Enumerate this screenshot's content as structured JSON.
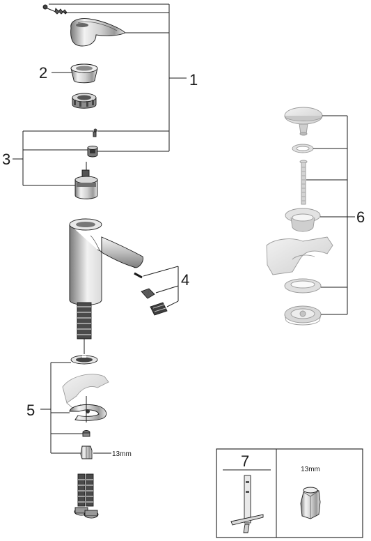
{
  "callouts": {
    "c1": "1",
    "c2": "2",
    "c3": "3",
    "c4": "4",
    "c5": "5",
    "c6": "6"
  },
  "dimensions": {
    "nut_size": "13mm"
  },
  "inset": {
    "tool_number": "7",
    "socket_size": "13mm"
  },
  "colors": {
    "line": "#1a1a1a",
    "metal_light": "#e6e6e6",
    "metal_mid": "#b5b5b5",
    "metal_dark": "#6e6e6e",
    "ghost": "#d9d9d9"
  },
  "icons": [
    "wrench-icon",
    "socket-icon"
  ]
}
